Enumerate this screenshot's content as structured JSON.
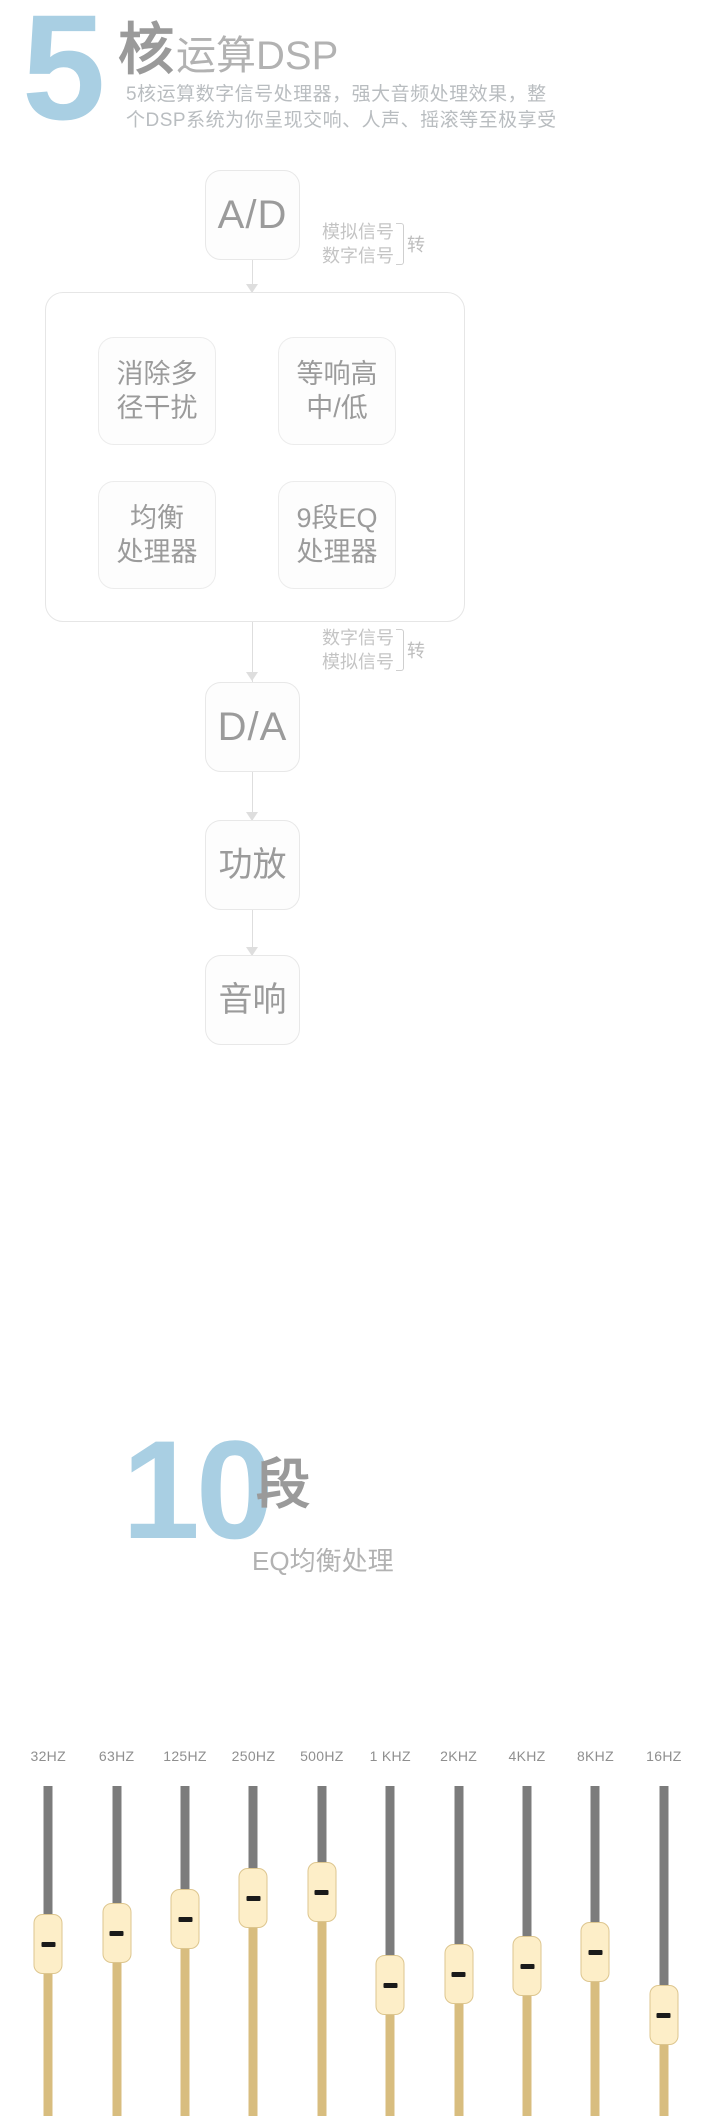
{
  "dsp_header": {
    "number": "5",
    "title_bold": "核",
    "title_light": "运算DSP",
    "desc_line1": "5核运算数字信号处理器，强大音频处理效果，整",
    "desc_line2": "个DSP系统为你呈现交响、人声、摇滚等至极享受",
    "accent_color": "#a9cfe3",
    "text_color": "#9a9a9a"
  },
  "flow": {
    "nodes": {
      "ad": "A/D",
      "da": "D/A",
      "amp": "功放",
      "speaker": "音响"
    },
    "dsp_cells": [
      "消除多\n径干扰",
      "等响高\n中/低",
      "均衡\n处理器",
      "9段EQ\n处理器"
    ],
    "dsp_cells_l1": [
      "消除多",
      "等响高",
      "均衡",
      "9段EQ"
    ],
    "dsp_cells_l2": [
      "径干扰",
      "中/低",
      "处理器",
      "处理器"
    ],
    "signal_1": {
      "from": "模拟信号",
      "to": "数字信号",
      "suffix": "转"
    },
    "signal_2": {
      "from": "数字信号",
      "to": "模拟信号",
      "suffix": "转"
    }
  },
  "eq_header": {
    "number": "10",
    "title_bold": "段",
    "subtitle": "EQ均衡处理",
    "accent_color": "#a9cfe3"
  },
  "equalizer": {
    "bands": [
      {
        "label": "32HZ",
        "position_pct": 47
      },
      {
        "label": "63HZ",
        "position_pct": 43
      },
      {
        "label": "125HZ",
        "position_pct": 38
      },
      {
        "label": "250HZ",
        "position_pct": 30
      },
      {
        "label": "500HZ",
        "position_pct": 28
      },
      {
        "label": "1 KHZ",
        "position_pct": 62
      },
      {
        "label": "2KHZ",
        "position_pct": 58
      },
      {
        "label": "4KHZ",
        "position_pct": 55
      },
      {
        "label": "8KHZ",
        "position_pct": 50
      },
      {
        "label": "16HZ",
        "position_pct": 73
      }
    ],
    "track_upper_color": "#7c7c7c",
    "track_lower_color": "#d8bd7f",
    "knob_color": "#fdeec8"
  },
  "chart_data": {
    "type": "bar",
    "title": "10段 EQ均衡处理",
    "categories": [
      "32HZ",
      "63HZ",
      "125HZ",
      "250HZ",
      "500HZ",
      "1 KHZ",
      "2KHZ",
      "4KHZ",
      "8KHZ",
      "16HZ"
    ],
    "values": [
      53,
      57,
      62,
      70,
      72,
      38,
      42,
      45,
      50,
      27
    ],
    "xlabel": "",
    "ylabel": "",
    "ylim": [
      0,
      100
    ],
    "legend": []
  }
}
